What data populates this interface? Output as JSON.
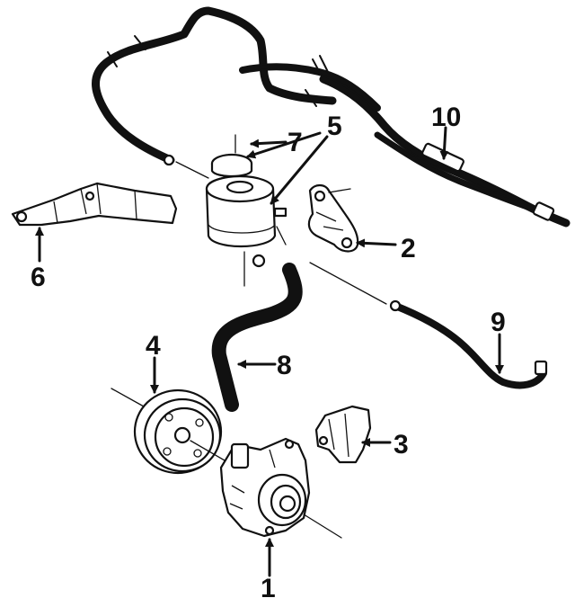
{
  "callouts": [
    {
      "id": "1",
      "label": "1"
    },
    {
      "id": "2",
      "label": "2"
    },
    {
      "id": "3",
      "label": "3"
    },
    {
      "id": "4",
      "label": "4"
    },
    {
      "id": "5",
      "label": "5"
    },
    {
      "id": "6",
      "label": "6"
    },
    {
      "id": "7",
      "label": "7"
    },
    {
      "id": "8",
      "label": "8"
    },
    {
      "id": "9",
      "label": "9"
    },
    {
      "id": "10",
      "label": "10"
    }
  ],
  "colors": {
    "ink": "#111111",
    "background": "#ffffff"
  }
}
